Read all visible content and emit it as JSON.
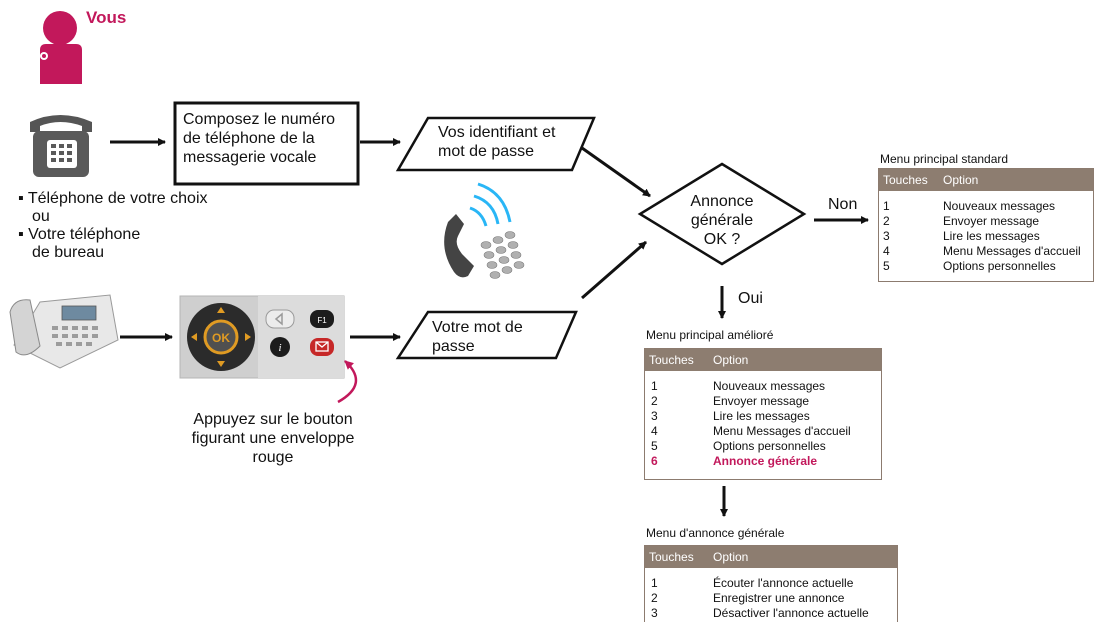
{
  "you_label": "Vous",
  "step1": {
    "text": "Composez le numéro de téléphone de la messagerie vocale"
  },
  "step2a": {
    "text": "Vos identifiant et mot de passe"
  },
  "step2b": {
    "text": "Votre mot de passe"
  },
  "decision": {
    "text": "Annonce générale OK ?",
    "no": "Non",
    "yes": "Oui"
  },
  "phones_note": {
    "line1": "Téléphone de votre choix",
    "line2": "ou",
    "line3": "Votre téléphone",
    "line4": "de bureau"
  },
  "press_note": "Appuyez sur le bouton figurant une enveloppe rouge",
  "menu_standard": {
    "title": "Menu principal standard",
    "col1": "Touches",
    "col2": "Option",
    "rows": [
      {
        "key": "1",
        "option": "Nouveaux messages"
      },
      {
        "key": "2",
        "option": "Envoyer message"
      },
      {
        "key": "3",
        "option": "Lire les messages"
      },
      {
        "key": "4",
        "option": "Menu Messages d'accueil"
      },
      {
        "key": "5",
        "option": "Options personnelles"
      }
    ]
  },
  "menu_ameliore": {
    "title": "Menu principal amélioré",
    "col1": "Touches",
    "col2": "Option",
    "rows": [
      {
        "key": "1",
        "option": "Nouveaux messages"
      },
      {
        "key": "2",
        "option": "Envoyer message"
      },
      {
        "key": "3",
        "option": "Lire les messages"
      },
      {
        "key": "4",
        "option": "Menu Messages d'accueil"
      },
      {
        "key": "5",
        "option": "Options personnelles"
      },
      {
        "key": "6",
        "option": "Annonce générale"
      }
    ]
  },
  "menu_annonce": {
    "title": "Menu d'annonce générale",
    "col1": "Touches",
    "col2": "Option",
    "rows": [
      {
        "key": "1",
        "option": "Écouter l'annonce actuelle"
      },
      {
        "key": "2",
        "option": "Enregistrer une annonce"
      },
      {
        "key": "3",
        "option": "Désactiver l'annonce actuelle"
      }
    ]
  },
  "keypad": {
    "ok": "OK",
    "f1": "F1",
    "info": "i"
  },
  "colors": {
    "accent": "#c2185b",
    "table_head": "#8d7d70",
    "arrow": "#111111"
  }
}
